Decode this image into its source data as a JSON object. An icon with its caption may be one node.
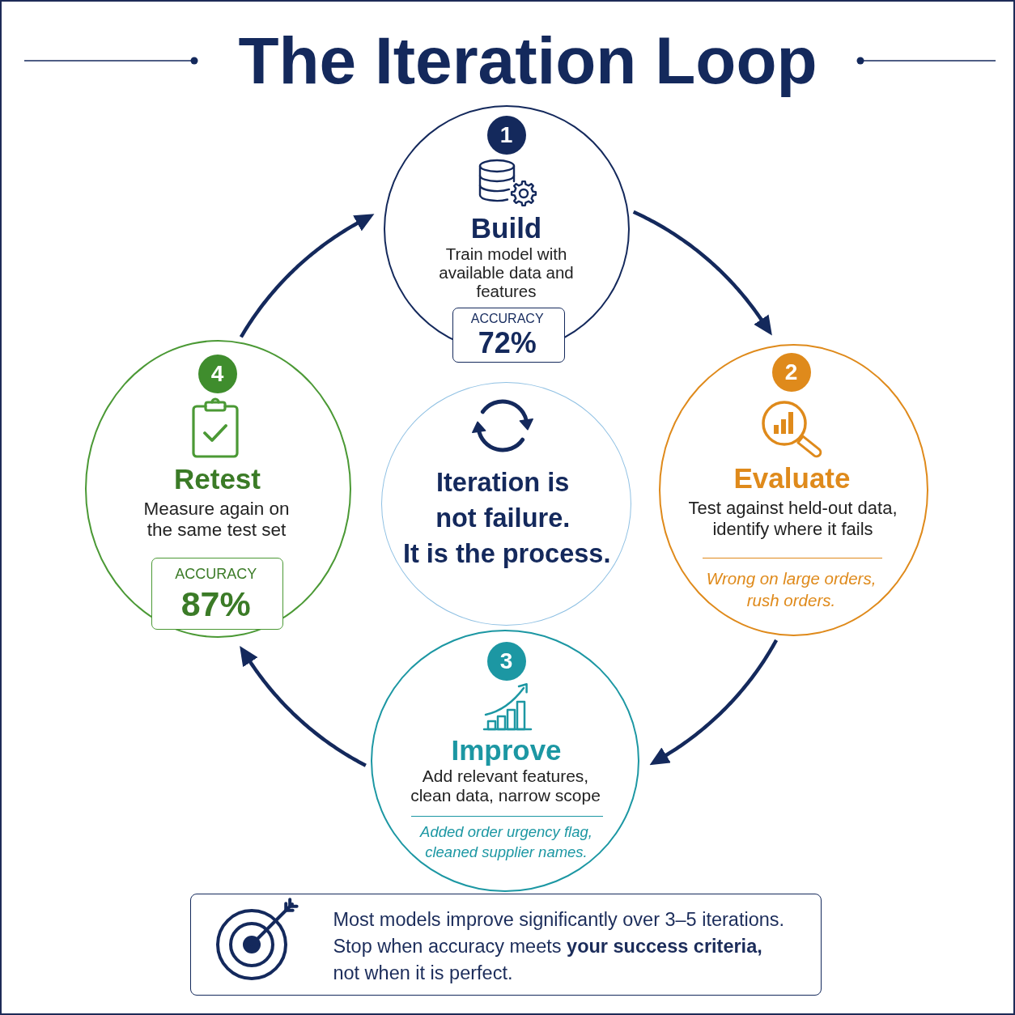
{
  "diagram": {
    "title": "The Iteration Loop",
    "nodes": [
      {
        "text": [
          "Build",
          "Train model with available data and features"
        ]
      },
      {
        "text": [
          "1"
        ],
        "in": 0
      },
      {
        "text": [
          "ACCURACY",
          "72%"
        ],
        "in": 0
      },
      {
        "text": [
          "Evaluate",
          "Test against held-out data, identify where it fails",
          "Wrong on large orders, rush orders."
        ]
      },
      {
        "text": [
          "2"
        ],
        "in": 3
      },
      {
        "text": [
          "Improve",
          "Add relevant features, clean data, narrow scope",
          "Added order urgency flag, cleaned supplier names."
        ]
      },
      {
        "text": [
          "3"
        ],
        "in": 5
      },
      {
        "text": [
          "Retest",
          "Measure again on the same test set"
        ]
      },
      {
        "text": [
          "4"
        ],
        "in": 7
      },
      {
        "text": [
          "ACCURACY",
          "87%"
        ],
        "in": 7
      },
      {
        "text": [
          "Iteration is not failure.",
          "It is the process."
        ]
      },
      {
        "text": [
          "Most models improve significantly over 3–5 iterations. Stop when accuracy meets **your success criteria,** not when it is perfect."
        ]
      }
    ],
    "edges": [
      {
        "from": 0,
        "to": 3,
        "arrow": "to"
      },
      {
        "from": 3,
        "to": 5,
        "arrow": "to"
      },
      {
        "from": 5,
        "to": 7,
        "arrow": "to"
      },
      {
        "from": 7,
        "to": 0,
        "arrow": "to"
      }
    ]
  }
}
